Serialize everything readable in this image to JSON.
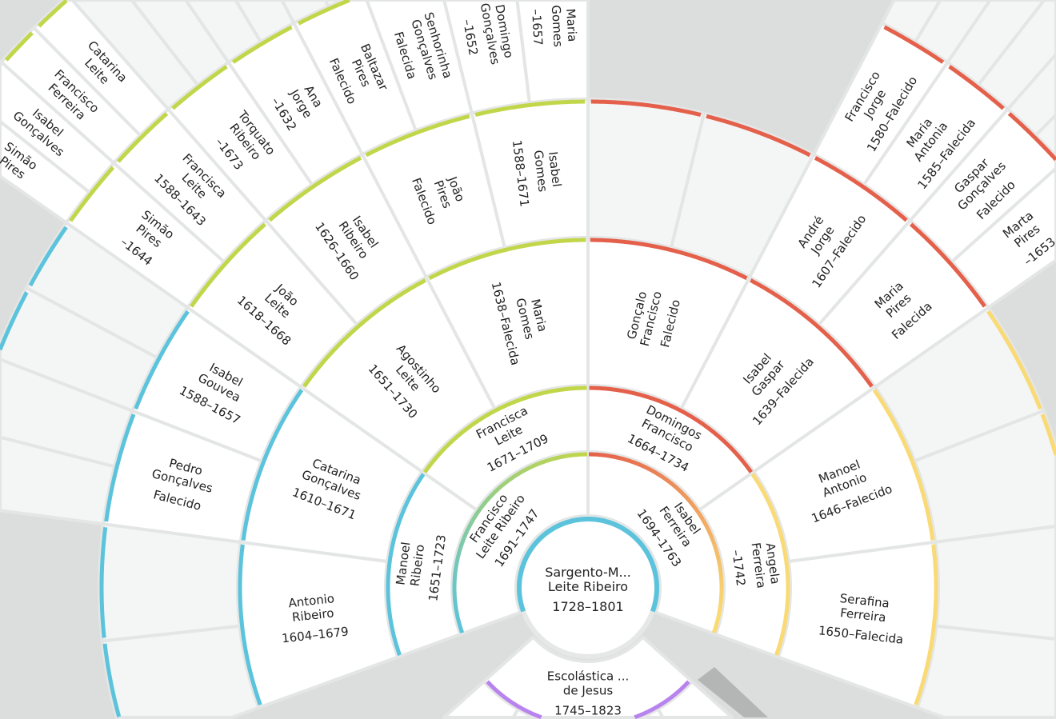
{
  "colors": {
    "paternal_paternal": "#5bc3dc",
    "paternal_maternal": "#c2d64a",
    "maternal_paternal": "#e4604a",
    "maternal_maternal": "#f9da74",
    "descendant": "#b983ee"
  },
  "root": {
    "lines": [
      "Sargento-M...",
      "Leite Ribeiro",
      "1728–1801"
    ]
  },
  "descendants": [
    {
      "lines": [
        "Escolástica ...",
        "de Jesus",
        "1745–1823"
      ]
    }
  ],
  "ancestors": {
    "g1": [
      {
        "lines": [
          "Francisco",
          "Leite Ribeiro",
          "1691–1747"
        ]
      },
      {
        "lines": [
          "Isabel",
          "Ferreira",
          "1694–1763"
        ]
      }
    ],
    "g2": [
      {
        "lines": [
          "Manoel",
          "Ribeiro",
          "1651–1723"
        ]
      },
      {
        "lines": [
          "Francisca",
          "Leite",
          "1671–1709"
        ]
      },
      {
        "lines": [
          "Domingos",
          "Francisco",
          "1664–1734"
        ]
      },
      {
        "lines": [
          "Angela",
          "Ferreira",
          "–1742"
        ]
      }
    ],
    "g3": [
      {
        "lines": [
          "Antonio",
          "Ribeiro",
          "1604–1679"
        ]
      },
      {
        "lines": [
          "Catarina",
          "Gonçalves",
          "1610–1671"
        ]
      },
      {
        "lines": [
          "Agostinho",
          "Leite",
          "1651–1730"
        ]
      },
      {
        "lines": [
          "Maria",
          "Gomes",
          "1638–Falecida"
        ]
      },
      {
        "lines": [
          "Gonçalo",
          "Francisco",
          "Falecido"
        ]
      },
      {
        "lines": [
          "Isabel",
          "Gaspar",
          "1639–Falecida"
        ]
      },
      {
        "lines": [
          "Manoel",
          "Antonio",
          "1646–Falecido"
        ]
      },
      {
        "lines": [
          "Serafina",
          "Ferreira",
          "1650–Falecida"
        ]
      }
    ],
    "g4": [
      null,
      null,
      {
        "lines": [
          "Pedro",
          "Gonçalves",
          "Falecido"
        ]
      },
      {
        "lines": [
          "Isabel",
          "Gouvea",
          "1588–1657"
        ]
      },
      {
        "lines": [
          "João",
          "Leite",
          "1618–1668"
        ]
      },
      {
        "lines": [
          "Isabel",
          "Ribeiro",
          "1626–1660"
        ]
      },
      {
        "lines": [
          "João",
          "Pires",
          "Falecido"
        ]
      },
      {
        "lines": [
          "Isabel",
          "Gomes",
          "1588–1671"
        ]
      },
      null,
      null,
      {
        "lines": [
          "André",
          "Jorge",
          "1607–Falecido"
        ]
      },
      {
        "lines": [
          "Maria",
          "Pires",
          "Falecida"
        ]
      },
      null,
      null,
      null,
      null
    ],
    "g5": [
      null,
      null,
      null,
      null,
      null,
      null,
      null,
      null,
      {
        "lines": [
          "Simão",
          "Pires",
          "–1644"
        ]
      },
      {
        "lines": [
          "Francisca",
          "Leite",
          "1588–1643"
        ]
      },
      {
        "lines": [
          "Torquato",
          "Ribeiro",
          "–1673"
        ]
      },
      {
        "lines": [
          "Ana",
          "Jorge",
          "–1632"
        ]
      },
      {
        "lines": [
          "Baltazar",
          "Pires",
          "Falecido"
        ]
      },
      {
        "lines": [
          "Senhorinha",
          "Gonçalves",
          "Falecida"
        ]
      },
      {
        "lines": [
          "Domingo",
          "Gonçalves",
          "–1652"
        ]
      },
      {
        "lines": [
          "Maria",
          "Gomes",
          "–1657"
        ]
      },
      null,
      null,
      null,
      null,
      {
        "lines": [
          "Francisco",
          "Jorge",
          "1580–Falecido"
        ]
      },
      {
        "lines": [
          "Maria",
          "Antonia",
          "1585–Falecida"
        ]
      },
      {
        "lines": [
          "Gaspar",
          "Gonçalves",
          "Falecido"
        ]
      },
      {
        "lines": [
          "Marta",
          "Pires",
          "–1653"
        ]
      },
      null,
      null,
      null,
      null,
      null,
      null,
      null,
      null
    ],
    "g6": [
      null,
      null,
      null,
      null,
      null,
      null,
      null,
      null,
      null,
      null,
      null,
      null,
      null,
      null,
      null,
      null,
      {
        "lines": [
          "Simão",
          "Pires"
        ]
      },
      {
        "lines": [
          "Isabel",
          "Gonçalves"
        ]
      },
      {
        "lines": [
          "Francisco",
          "Ferreira"
        ]
      },
      {
        "lines": [
          "Catarina",
          "Leite"
        ]
      },
      null,
      null,
      null,
      null,
      null,
      null,
      null,
      null,
      null,
      null,
      null,
      null,
      null,
      null,
      null,
      null,
      null,
      null,
      null,
      null,
      null,
      null,
      null,
      null,
      null,
      null,
      null,
      null,
      null,
      null,
      null,
      null,
      null,
      null,
      null,
      null,
      null,
      null,
      null,
      null,
      null,
      null,
      null,
      null
    ]
  }
}
